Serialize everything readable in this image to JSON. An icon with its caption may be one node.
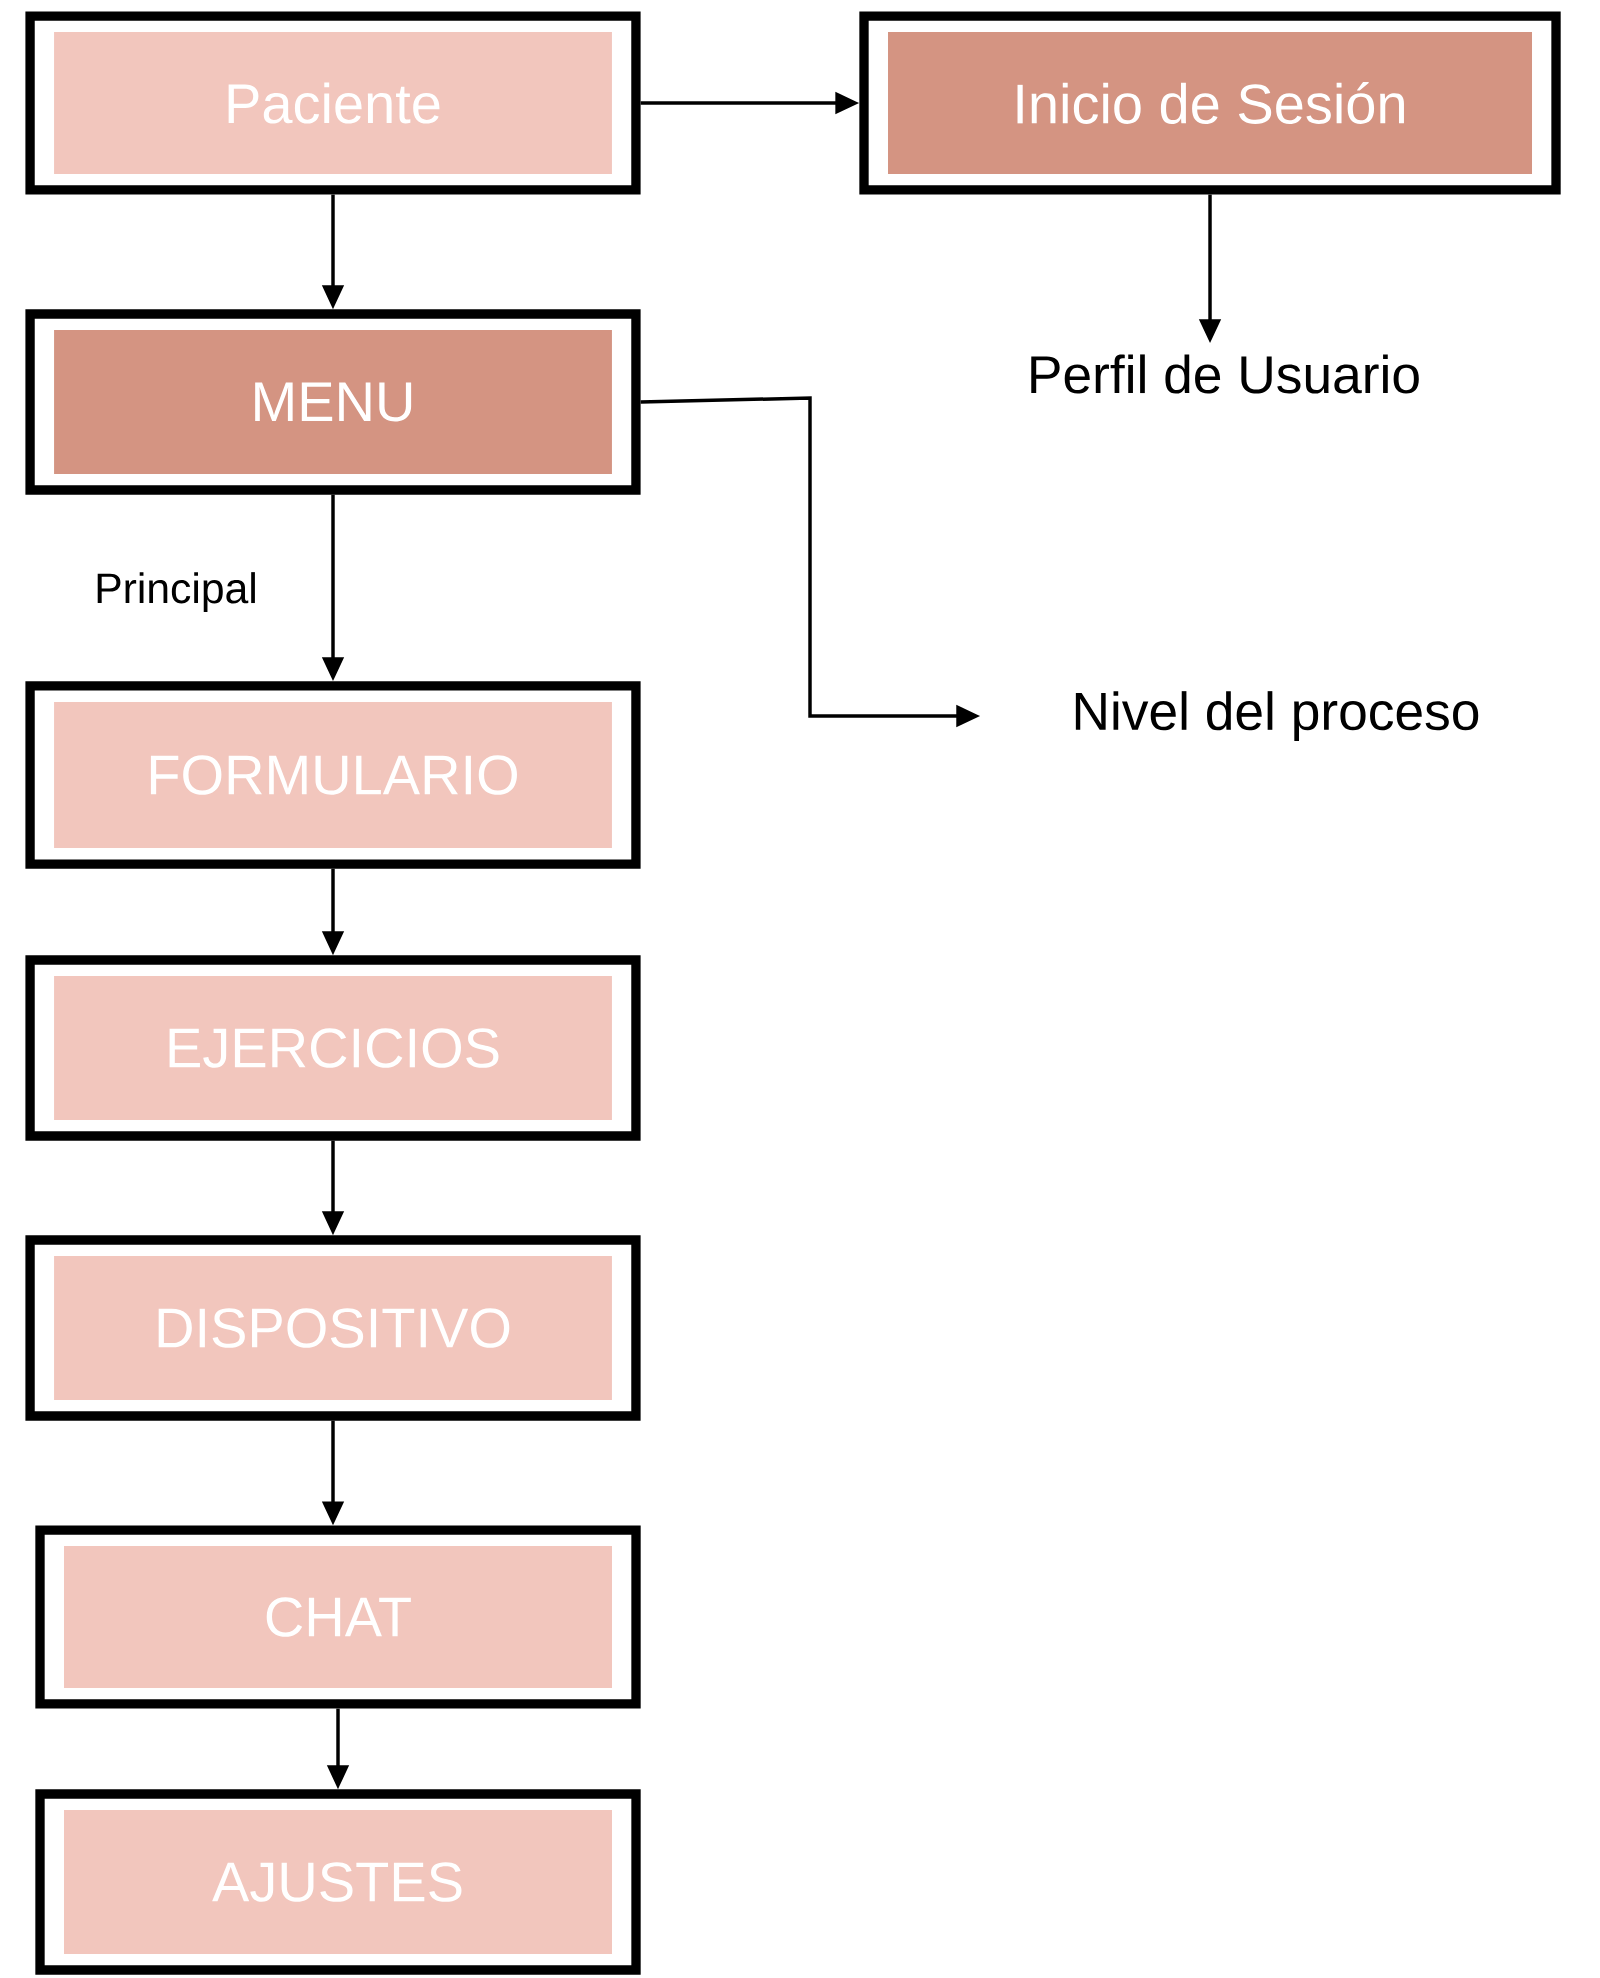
{
  "diagram": {
    "nodes": [
      {
        "text": [
          "Paciente"
        ]
      },
      {
        "text": [
          "Inicio de Sesión"
        ]
      },
      {
        "text": [
          "Perfil de Usuario"
        ]
      },
      {
        "text": [
          "MENU"
        ]
      },
      {
        "text": [
          "Nivel del proceso"
        ]
      },
      {
        "text": [
          "FORMULARIO"
        ]
      },
      {
        "text": [
          "EJERCICIOS"
        ]
      },
      {
        "text": [
          "DISPOSITIVO"
        ]
      },
      {
        "text": [
          "CHAT"
        ]
      },
      {
        "text": [
          "AJUSTES"
        ]
      }
    ],
    "edges": [
      {
        "from": 0,
        "to": 1,
        "arrow": "to"
      },
      {
        "from": 1,
        "to": 2,
        "arrow": "to"
      },
      {
        "from": 0,
        "to": 3,
        "arrow": "to"
      },
      {
        "from": 3,
        "to": 4,
        "arrow": "to"
      },
      {
        "from": 3,
        "to": 5,
        "arrow": "to",
        "label": "Principal"
      },
      {
        "from": 5,
        "to": 6,
        "arrow": "to"
      },
      {
        "from": 6,
        "to": 7,
        "arrow": "to"
      },
      {
        "from": 7,
        "to": 8,
        "arrow": "to"
      },
      {
        "from": 8,
        "to": 9,
        "arrow": "to"
      }
    ]
  }
}
